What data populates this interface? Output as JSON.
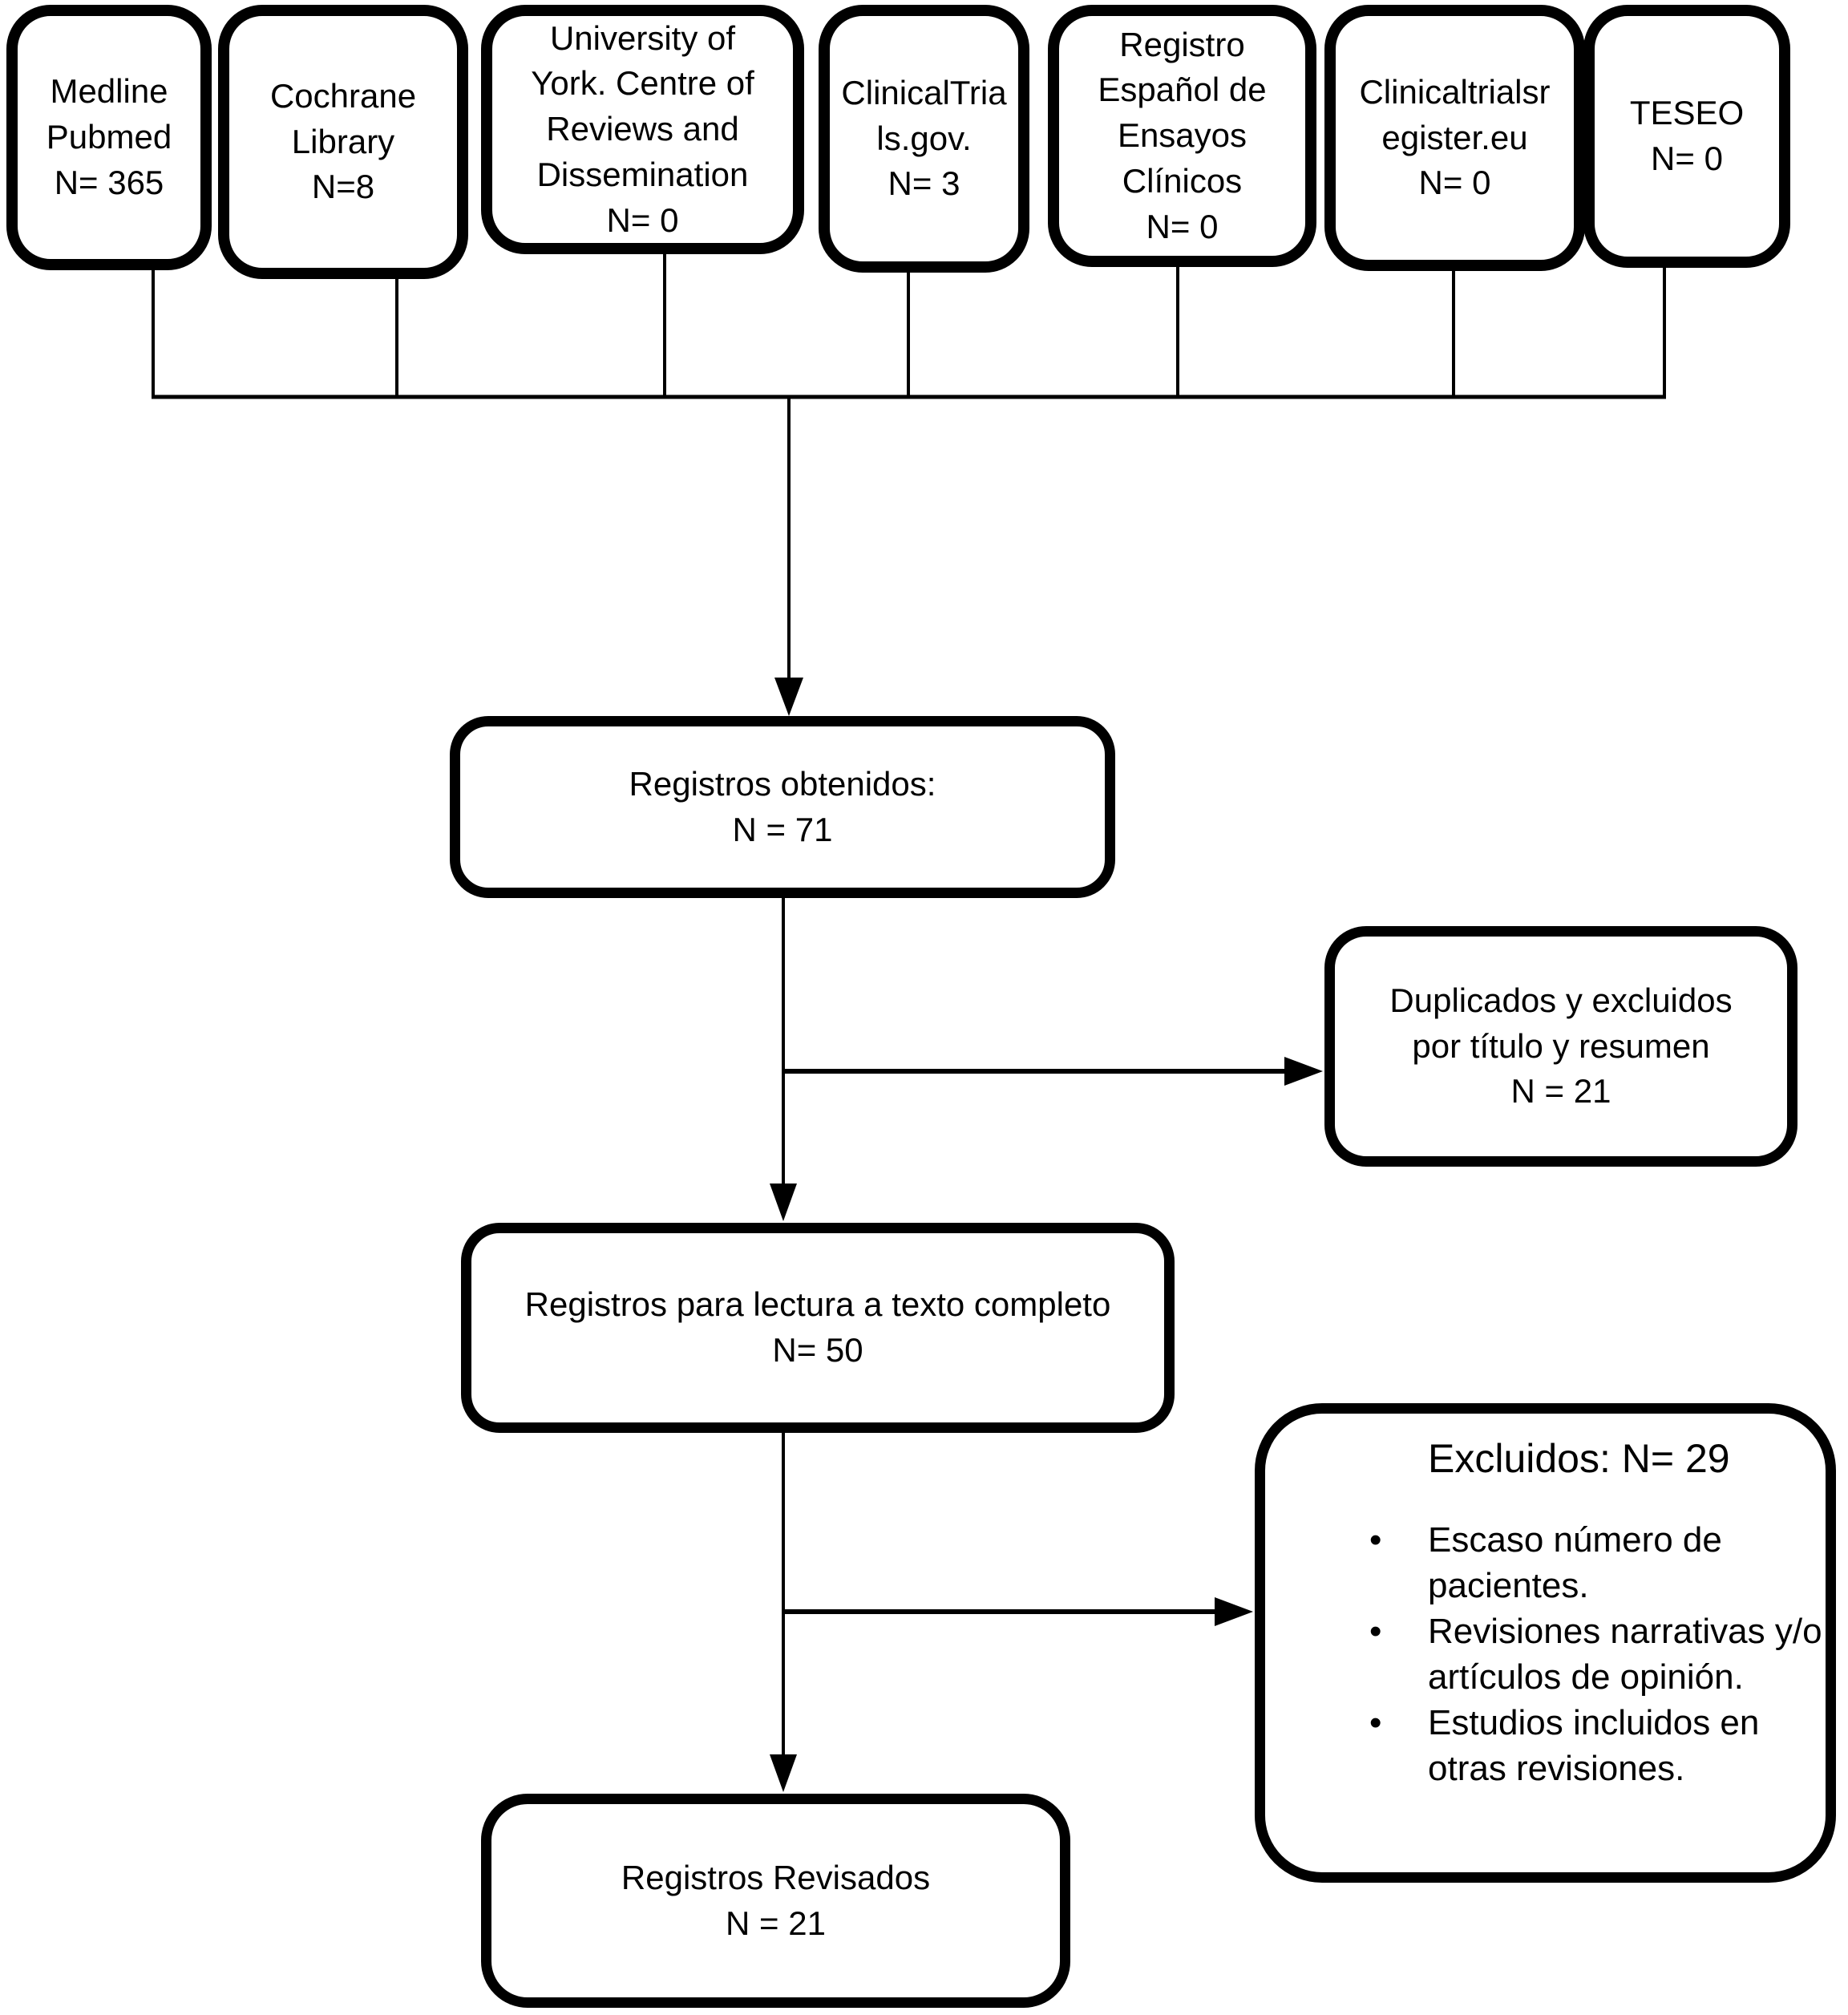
{
  "diagram": {
    "type": "prisma-flowchart",
    "colors": {
      "ink": "#000000",
      "background": "#ffffff"
    },
    "bullet_char": "•"
  },
  "sources": [
    {
      "label": "Medline\nPubmed\nN= 365"
    },
    {
      "label": "Cochrane\nLibrary\nN=8"
    },
    {
      "label": "University of\nYork. Centre of\nReviews and\nDissemination\nN= 0"
    },
    {
      "label": "ClinicalTria\nls.gov.\nN= 3"
    },
    {
      "label": "Registro\nEspañol de\nEnsayos\nClínicos\nN= 0"
    },
    {
      "label": "Clinicaltrialsr\negister.eu\nN= 0"
    },
    {
      "label": "TESEO\nN= 0"
    }
  ],
  "nodes": {
    "obtained": {
      "label": "Registros obtenidos:\nN = 71"
    },
    "duplicates": {
      "label": "Duplicados y excluidos\npor título y resumen\nN = 21"
    },
    "fulltext": {
      "label": "Registros para lectura a texto completo\nN= 50"
    },
    "excluded": {
      "title": "Excluidos: N= 29",
      "bullets": [
        "Escaso número de\npacientes.",
        "Revisiones narrativas y/o\nartículos de opinión.",
        "Estudios incluidos en\notras revisiones."
      ]
    },
    "reviewed": {
      "label": "Registros Revisados\nN = 21"
    }
  }
}
